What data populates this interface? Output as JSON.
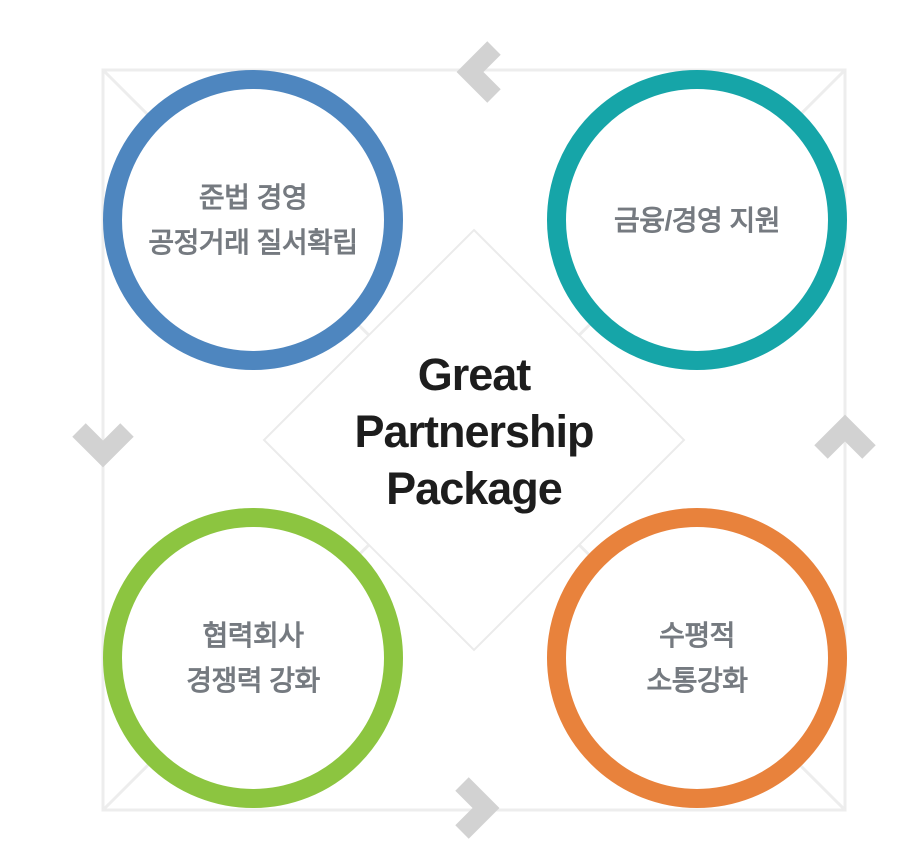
{
  "diagram": {
    "title": {
      "line1": "Great",
      "line2": "Partnership",
      "line3": "Package"
    },
    "circles": [
      {
        "position": "top-left",
        "ring_color": "#4e86bf",
        "line1": "준법 경영",
        "line2": "공정거래 질서확립"
      },
      {
        "position": "top-right",
        "ring_color": "#16a5a8",
        "line1": "금융/경영 지원"
      },
      {
        "position": "bottom-left",
        "ring_color": "#8cc540",
        "line1": "협력회사",
        "line2": "경쟁력 강화"
      },
      {
        "position": "bottom-right",
        "ring_color": "#e8823c",
        "line1": "수평적",
        "line2": "소통강화"
      }
    ],
    "arrows": [
      {
        "position": "top",
        "direction": "left"
      },
      {
        "position": "left",
        "direction": "down"
      },
      {
        "position": "bottom",
        "direction": "right"
      },
      {
        "position": "right",
        "direction": "up"
      }
    ],
    "colors": {
      "arrow": "#d2d2d2",
      "guide_line": "#ededed",
      "diamond_fill": "#ffffff",
      "diamond_border": "#ebebeb",
      "label_text": "#757a80",
      "title_text": "#1d1d1d",
      "background": "#ffffff"
    }
  }
}
